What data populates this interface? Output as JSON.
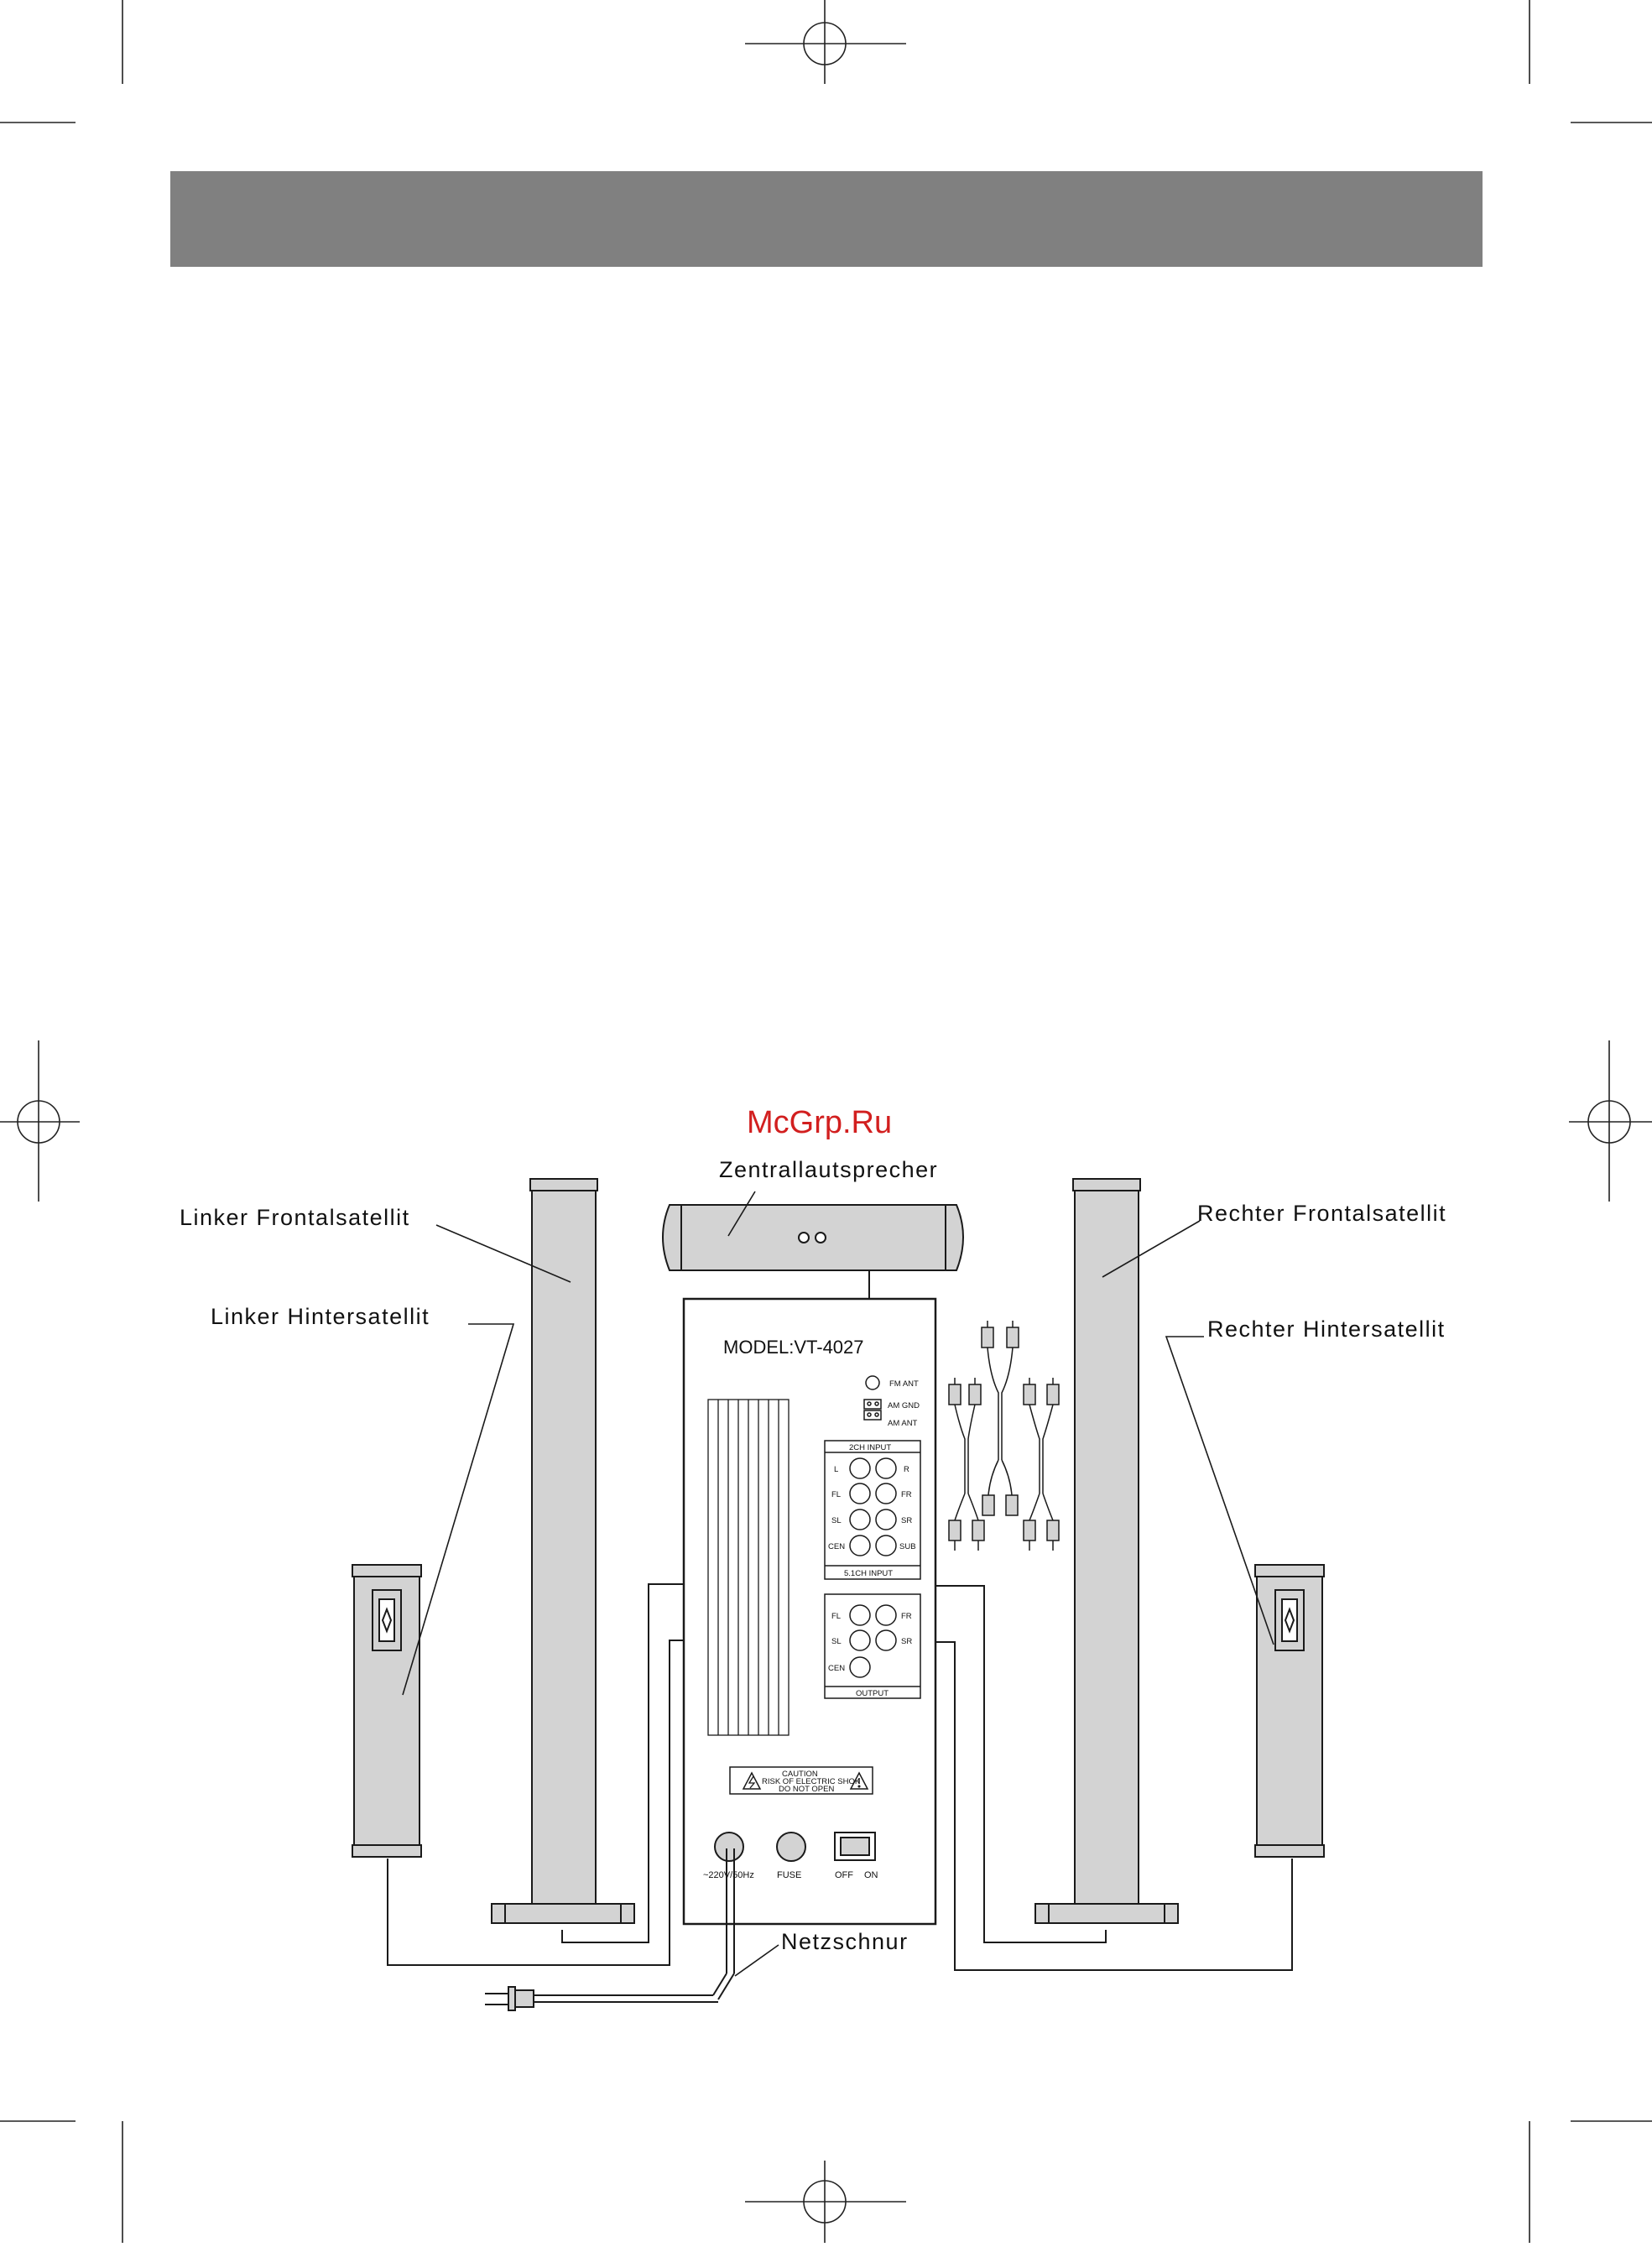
{
  "watermark": "McGrp.Ru",
  "labels": {
    "left_front": "Linker Frontalsatellit",
    "left_rear": "Linker Hintersatellit",
    "center": "Zentrallautsprecher",
    "right_front": "Rechter Frontalsatellit",
    "right_rear": "Rechter Hintersatellit",
    "power_cord": "Netzschnur"
  },
  "panel": {
    "model": "MODEL:VT-4027",
    "fm_ant": "FM ANT",
    "am_gnd": "AM GND",
    "am_ant": "AM ANT",
    "input_2ch": "2CH INPUT",
    "input_51ch": "5.1CH INPUT",
    "output": "OUTPUT",
    "jack_labels": {
      "l": "L",
      "r": "R",
      "fl": "FL",
      "fr": "FR",
      "sl": "SL",
      "sr": "SR",
      "cen": "CEN",
      "sub": "SUB"
    },
    "caution_lines": [
      "CAUTION",
      "RISK OF ELECTRIC SHOK",
      "DO NOT OPEN"
    ],
    "power": "~220V/50Hz",
    "fuse": "FUSE",
    "off": "OFF",
    "on": "ON"
  },
  "colors": {
    "header_bar": "#808080",
    "speaker_fill": "#d3d3d3",
    "line": "#1a1a1a",
    "watermark": "#d21f1f"
  }
}
